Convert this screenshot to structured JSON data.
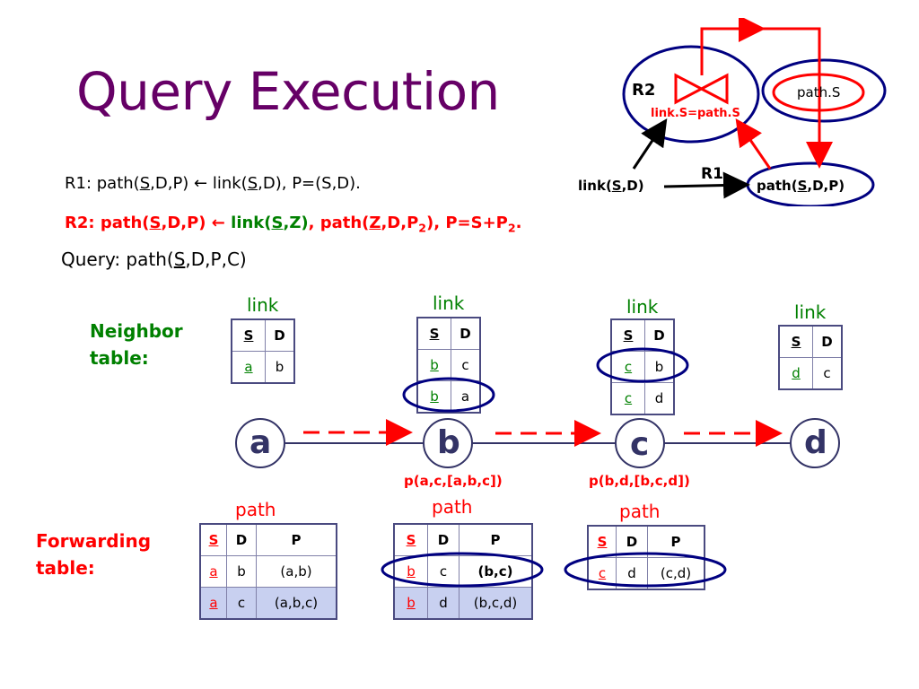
{
  "title": "Query Execution",
  "rules": {
    "r1_prefix": "R1: path(",
    "r1_s": "S",
    "r1_mid": ",D,P) ← link(",
    "r1_s2": "S",
    "r1_end": ",D), P=(S,D).",
    "r2_a": "R2: path(",
    "r2_s": "S",
    "r2_b": ",D,P) ← ",
    "r2_link": "link(",
    "r2_s2": "S",
    "r2_link_end": ",Z)",
    "r2_c": ", path(",
    "r2_z": "Z",
    "r2_d": ",D,P",
    "r2_sub": "2",
    "r2_e": "), P=S+P",
    "r2_sub2": "2",
    "r2_f": "."
  },
  "query": {
    "prefix": "Query: path(",
    "s": "S",
    "rest": ",D,P,C)"
  },
  "diagram": {
    "r2_label": "R2",
    "join_label": "link.S=path.S",
    "path_s": "path.S",
    "r1_label": "R1",
    "link_a": "link(",
    "link_s": "S",
    "link_b": ",D)",
    "path_a": "path(",
    "path_s2": "S",
    "path_b": ",D,P)"
  },
  "neighbor_label_1": "Neighbor",
  "neighbor_label_2": "table:",
  "forwarding_label_1": "Forwarding",
  "forwarding_label_2": "table:",
  "link_tables": [
    {
      "label": "link",
      "headers": [
        "S",
        "D"
      ],
      "rows": [
        [
          "a",
          "b"
        ]
      ]
    },
    {
      "label": "link",
      "headers": [
        "S",
        "D"
      ],
      "rows": [
        [
          "b",
          "c"
        ],
        [
          "b",
          "a"
        ]
      ]
    },
    {
      "label": "link",
      "headers": [
        "S",
        "D"
      ],
      "rows": [
        [
          "c",
          "b"
        ],
        [
          "c",
          "d"
        ]
      ]
    },
    {
      "label": "link",
      "headers": [
        "S",
        "D"
      ],
      "rows": [
        [
          "d",
          "c"
        ]
      ]
    }
  ],
  "nodes": [
    "a",
    "b",
    "c",
    "d"
  ],
  "packets": [
    "p(a,c,[a,b,c])",
    "p(b,d,[b,c,d])"
  ],
  "path_tables": [
    {
      "label": "path",
      "headers": [
        "S",
        "D",
        "P"
      ],
      "rows": [
        [
          "a",
          "b",
          "(a,b)"
        ],
        [
          "a",
          "c",
          "(a,b,c)"
        ]
      ]
    },
    {
      "label": "path",
      "headers": [
        "S",
        "D",
        "P"
      ],
      "rows": [
        [
          "b",
          "c",
          "(b,c)"
        ],
        [
          "b",
          "d",
          "(b,c,d)"
        ]
      ]
    },
    {
      "label": "path",
      "headers": [
        "S",
        "D",
        "P"
      ],
      "rows": [
        [
          "c",
          "d",
          "(c,d)"
        ]
      ]
    }
  ],
  "colors": {
    "title": "#660066",
    "red": "#ff0000",
    "green": "#008000",
    "navy": "#000080",
    "highlight": "#c8d0f0"
  }
}
